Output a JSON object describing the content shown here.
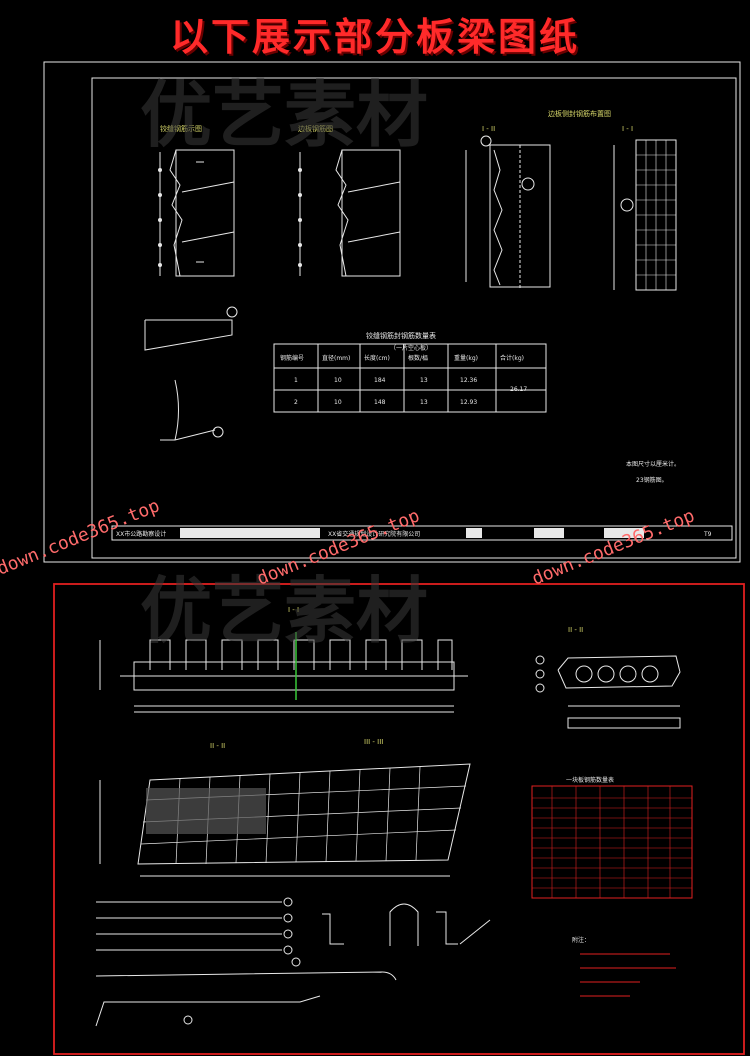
{
  "banner": {
    "title": "以下展示部分板梁图纸"
  },
  "watermark": {
    "brand": "优艺素材",
    "url": "down.code365.top"
  },
  "drawing_top": {
    "views": [
      "铰缝钢筋示图",
      "边板钢筋图",
      "I - II",
      "边板侧封钢筋布置图",
      "I - I"
    ],
    "table": {
      "title": "铰缝钢筋封钢筋数量表",
      "subtitle": "（一片空心板）",
      "headers": [
        "钢筋编号",
        "直径(mm)",
        "长度(cm)",
        "根数/榀",
        "重量(kg)",
        "合计(kg)"
      ],
      "rows": [
        [
          "1",
          "10",
          "184",
          "13",
          "12.36",
          "26.17"
        ],
        [
          "2",
          "10",
          "148",
          "13",
          "12.93",
          ""
        ]
      ]
    },
    "notes": [
      "本图尺寸以厘米计。",
      "23钢筋图。"
    ],
    "title_block": {
      "left": "XX市公路勘察设计",
      "middle": "XX省交通规划设计研究院有限公司",
      "sheet": "T9"
    }
  },
  "drawing_bottom": {
    "sections": [
      "I - I",
      "II - II",
      "II - II",
      "III - III"
    ],
    "table_title": "一块板钢筋数量表",
    "notes_title": "附注："
  },
  "colors": {
    "banner": "#ff2a2a",
    "frame_top": "#ffffff",
    "frame_bottom": "#e02020",
    "line": "#e8e8e8"
  }
}
